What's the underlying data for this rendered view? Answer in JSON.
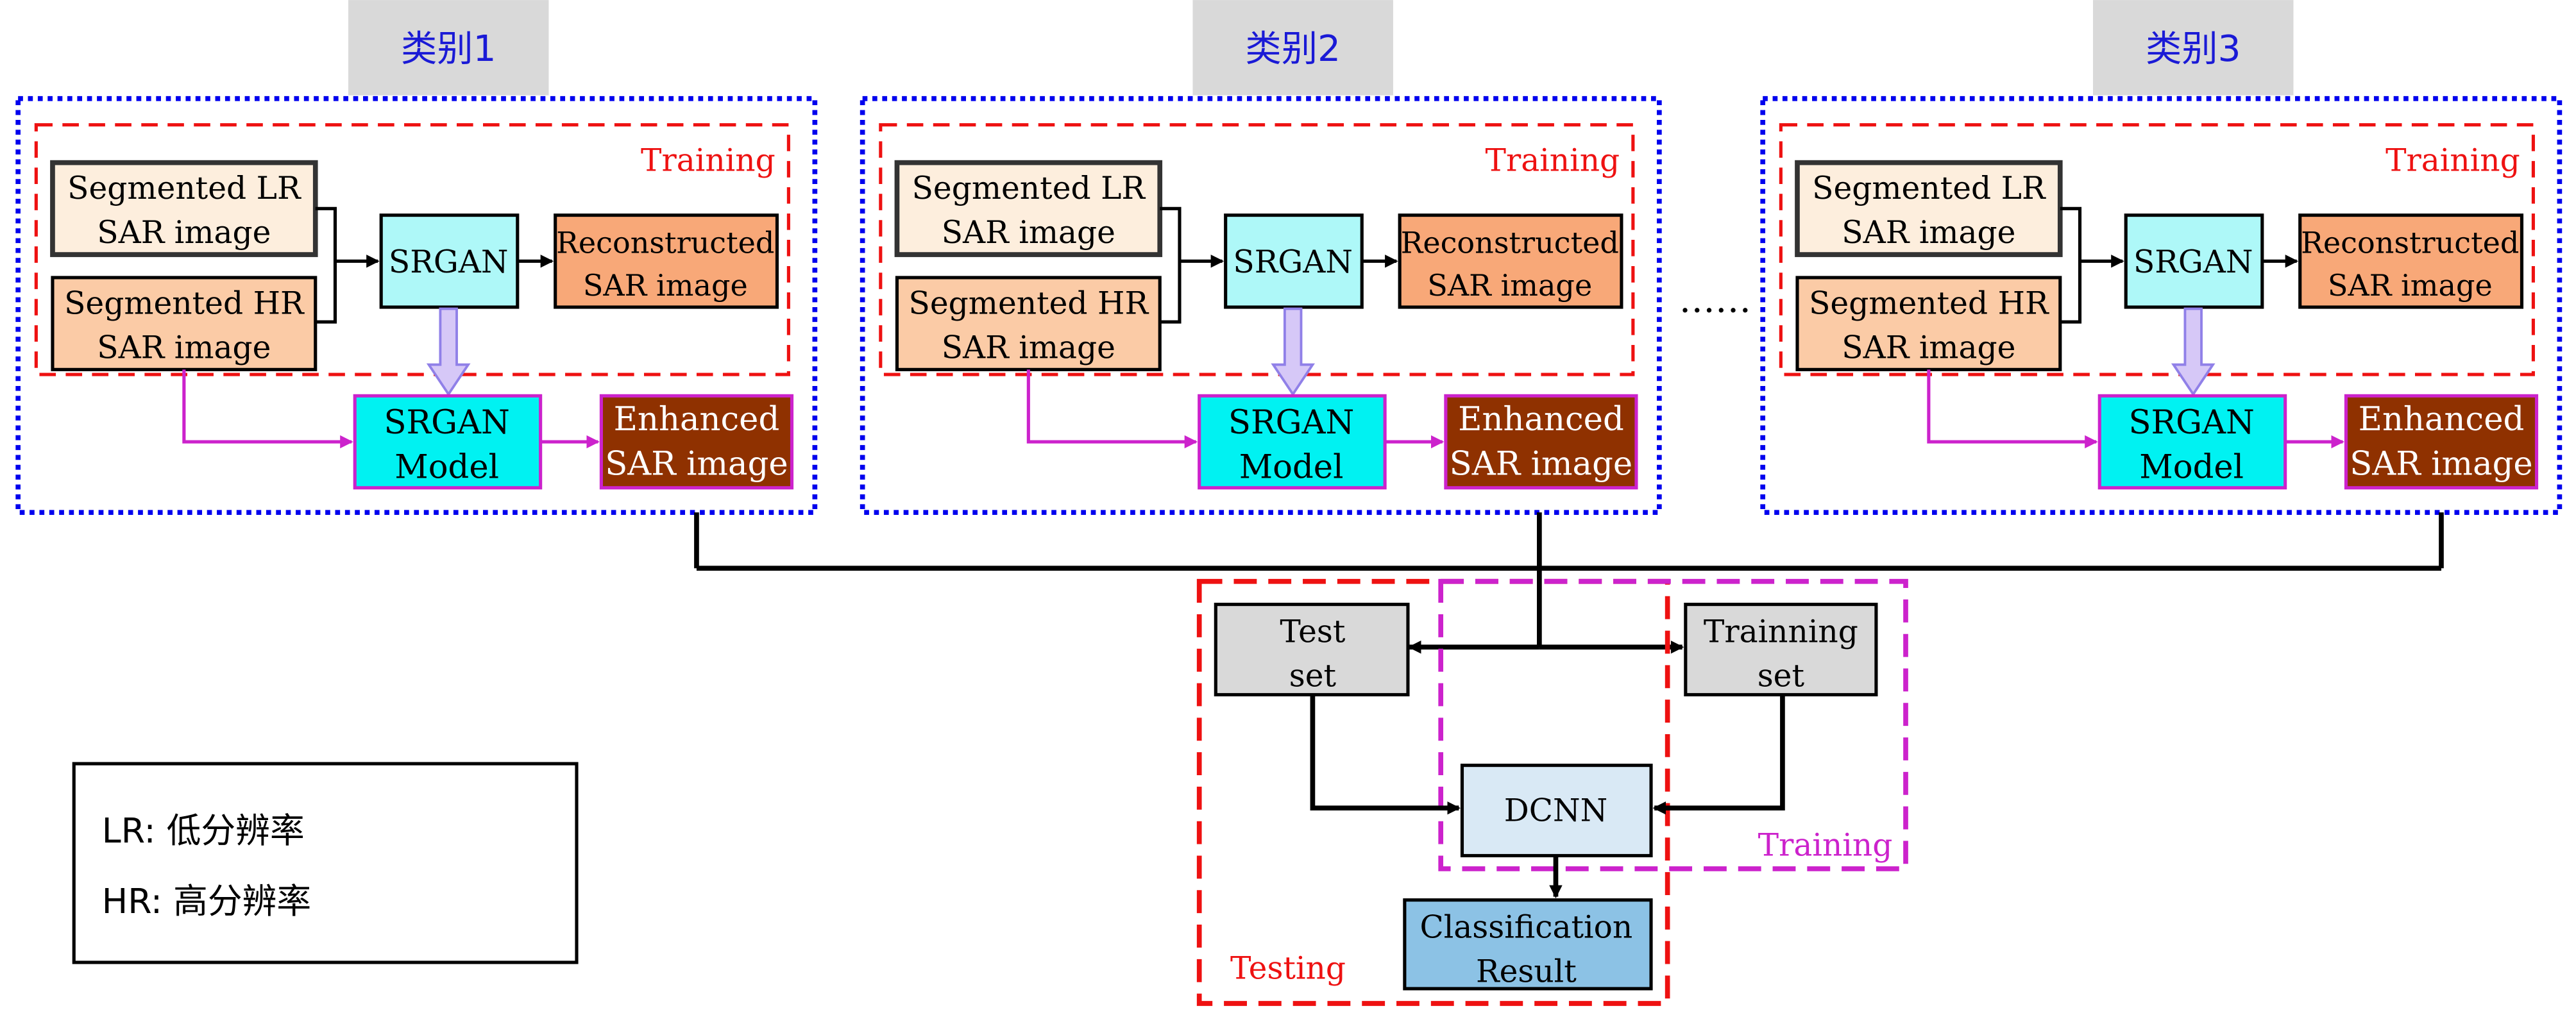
{
  "categories": [
    {
      "tab": "类别1",
      "training_label": "Training",
      "lr_line1": "Segmented LR",
      "lr_line2": "SAR image",
      "hr_line1": "Segmented HR",
      "hr_line2": "SAR image",
      "srgan": "SRGAN",
      "recon_line1": "Reconstructed",
      "recon_line2": "SAR image",
      "model_line1": "SRGAN",
      "model_line2": "Model",
      "enh_line1": "Enhanced",
      "enh_line2": "SAR image"
    },
    {
      "tab": "类别2",
      "training_label": "Training",
      "lr_line1": "Segmented LR",
      "lr_line2": "SAR image",
      "hr_line1": "Segmented HR",
      "hr_line2": "SAR image",
      "srgan": "SRGAN",
      "recon_line1": "Reconstructed",
      "recon_line2": "SAR image",
      "model_line1": "SRGAN",
      "model_line2": "Model",
      "enh_line1": "Enhanced",
      "enh_line2": "SAR image"
    },
    {
      "tab": "类别3",
      "training_label": "Training",
      "lr_line1": "Segmented LR",
      "lr_line2": "SAR image",
      "hr_line1": "Segmented HR",
      "hr_line2": "SAR image",
      "srgan": "SRGAN",
      "recon_line1": "Reconstructed",
      "recon_line2": "SAR image",
      "model_line1": "SRGAN",
      "model_line2": "Model",
      "enh_line1": "Enhanced",
      "enh_line2": "SAR image"
    }
  ],
  "ellipsis": "……",
  "bottom": {
    "test_line1": "Test",
    "test_line2": "set",
    "train_line1": "Trainning",
    "train_line2": "set",
    "dcnn": "DCNN",
    "result_line1": "Classification",
    "result_line2": "Result",
    "testing_label": "Testing",
    "training_label": "Training"
  },
  "legend": {
    "line1": "LR: 低分辨率",
    "line2": "HR: 高分辨率"
  },
  "colors": {
    "blue_border": "#0000ee",
    "red_dashed": "#ee1111",
    "magenta": "#cc22cc",
    "tab_bg": "#d9d9d9",
    "tab_text": "#1a1ad6",
    "lr_fill": "#fdeedd",
    "hr_fill": "#fbcba6",
    "srgan_fill": "#aef8f8",
    "recon_fill": "#f8a878",
    "model_fill": "#00f2f2",
    "enh_fill": "#8f3100",
    "set_fill": "#d9d9d9",
    "dcnn_fill": "#d9e9f5",
    "result_fill": "#8cc2e5"
  }
}
